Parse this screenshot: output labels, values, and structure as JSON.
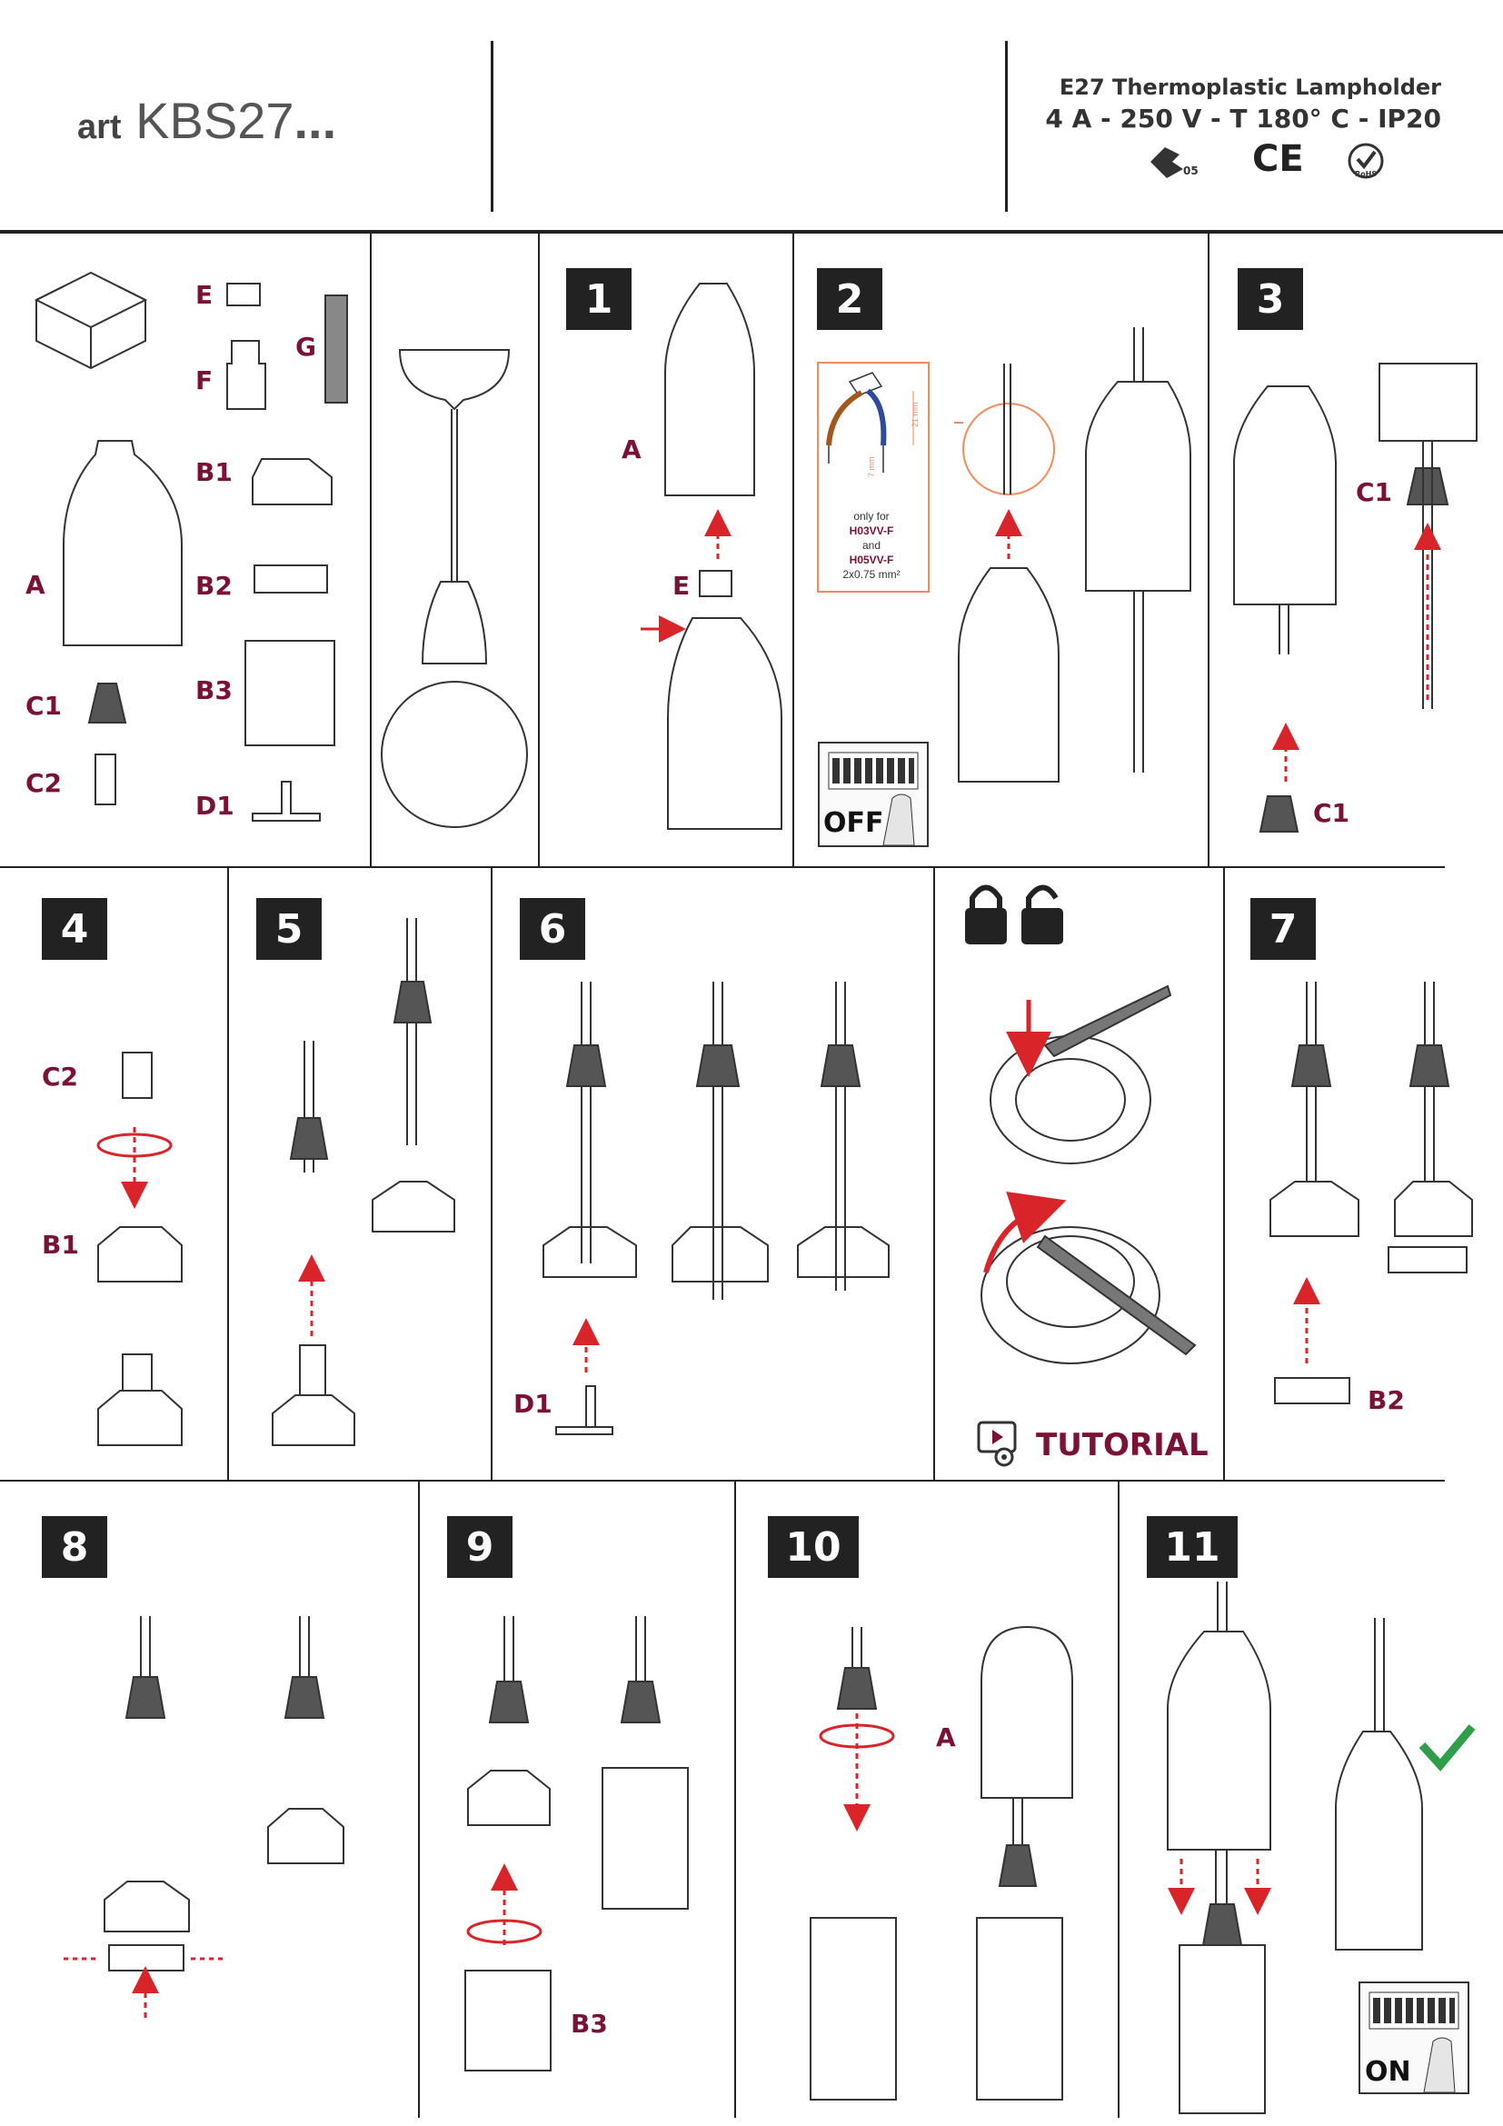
{
  "header": {
    "art_prefix": "art",
    "model": "KBS27",
    "model_suffix": "...",
    "spec_line1": "E27 Thermoplastic Lampholder",
    "spec_line2": "4 A - 250 V - T 180° C - IP20",
    "cert_ce": "CE",
    "cert_rohs": "RoHS",
    "cert_enec": "05"
  },
  "steps": [
    "1",
    "2",
    "3",
    "4",
    "5",
    "6",
    "7",
    "8",
    "9",
    "10",
    "11"
  ],
  "parts": {
    "E": "E",
    "F": "F",
    "G": "G",
    "A": "A",
    "B1": "B1",
    "B2": "B2",
    "B3": "B3",
    "C1": "C1",
    "C2": "C2",
    "D1": "D1"
  },
  "wire_note": {
    "only_for": "only for",
    "cable1": "H03VV-F",
    "and": "and",
    "cable2": "H05VV-F",
    "section": "2x0.75 mm²",
    "dim1": "21 mm",
    "dim2": "7 mm"
  },
  "switch": {
    "off": "OFF",
    "on": "ON"
  },
  "tutorial": "TUTORIAL",
  "colors": {
    "accent": "#7a1236",
    "arrow": "#d9242a",
    "check": "#2e9e4a",
    "note_border": "#f28c5e"
  }
}
